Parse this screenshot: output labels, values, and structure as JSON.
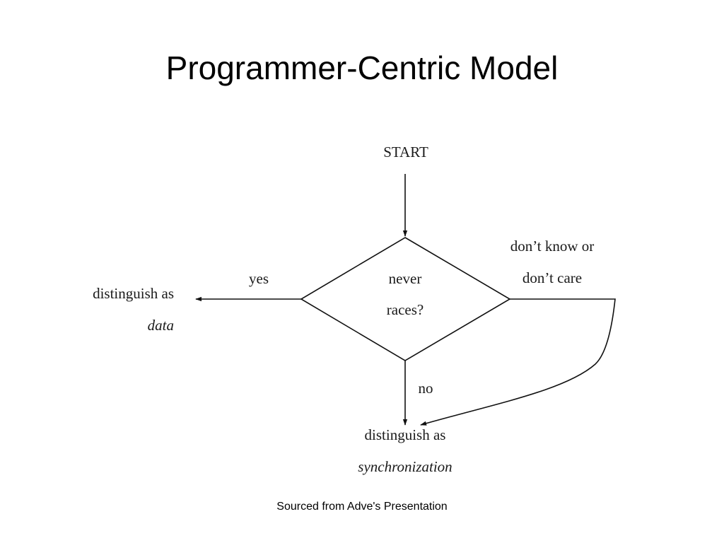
{
  "slide": {
    "title": "Programmer-Centric Model",
    "source_note": "Sourced from Adve's Presentation"
  },
  "diagram": {
    "start_label": "START",
    "decision": {
      "line1": "never",
      "line2": "races?"
    },
    "edges": {
      "yes_label": "yes",
      "no_label": "no",
      "dont_know_line1": "don’t know or",
      "dont_know_line2": "don’t care"
    },
    "outcomes": {
      "data": {
        "line1": "distinguish as",
        "line2": "data"
      },
      "synchronization": {
        "line1": "distinguish as",
        "line2": "synchronization"
      }
    }
  },
  "colors": {
    "background": "#ffffff",
    "stroke": "#111111",
    "text": "#000000"
  }
}
